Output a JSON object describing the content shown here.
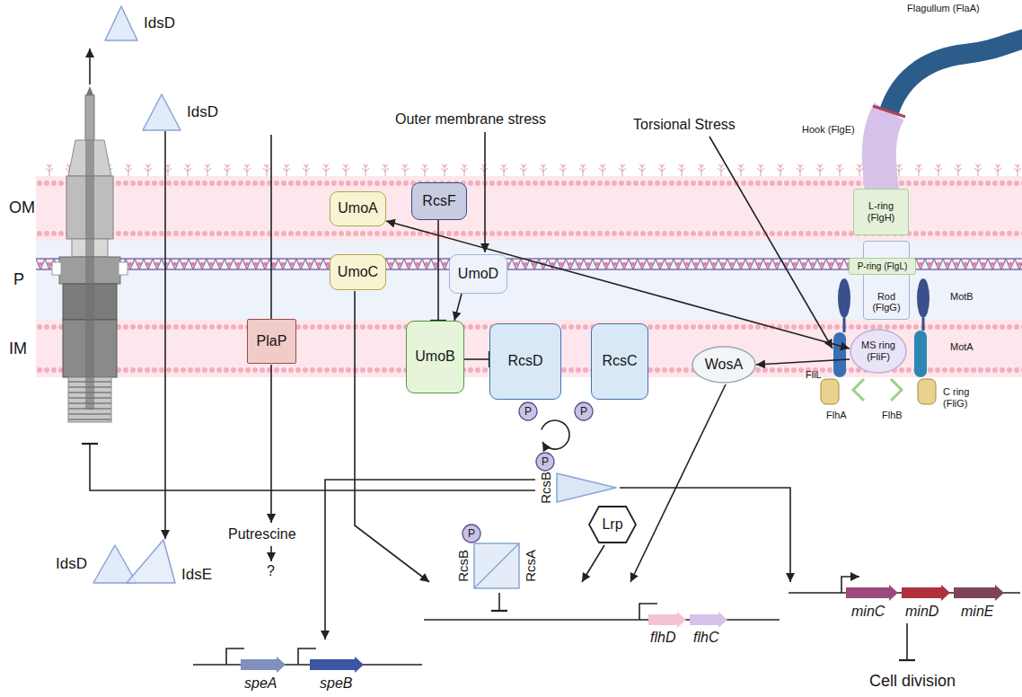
{
  "diagram": {
    "nodes": [
      {
        "text": [
          "IdsD"
        ]
      },
      {
        "text": [
          "IdsD"
        ]
      },
      {
        "text": [
          "UmoA"
        ]
      },
      {
        "text": [
          "RcsF"
        ]
      },
      {
        "text": [
          "L-ring (FlgH)"
        ]
      },
      {
        "text": [
          "UmoC"
        ]
      },
      {
        "text": [
          "UmoD"
        ]
      },
      {
        "text": [
          "Rod (FlgG)"
        ]
      },
      {
        "text": [
          "P-ring (FlgL)"
        ]
      },
      {
        "text": [
          "PlaP"
        ]
      },
      {
        "text": [
          "UmoB"
        ]
      },
      {
        "text": [
          "RcsD"
        ]
      },
      {
        "text": [
          "RcsC"
        ]
      },
      {
        "text": [
          "WosA"
        ]
      },
      {
        "text": [
          "MS ring (FliF)"
        ]
      },
      {
        "text": [
          "P"
        ]
      },
      {
        "text": [
          "P"
        ]
      },
      {
        "text": [
          "P"
        ]
      },
      {
        "text": [
          "RcsB"
        ]
      },
      {
        "text": [
          "P"
        ]
      },
      {
        "text": [
          "RcsB",
          "RcsA"
        ]
      },
      {
        "text": [
          "Lrp"
        ]
      },
      {
        "text": [
          "IdsD"
        ]
      },
      {
        "text": [
          "IdsE"
        ]
      }
    ],
    "edges": [
      {
        "from": 1,
        "to": 23,
        "arrow": "to"
      },
      {
        "from": 3,
        "to": 10,
        "arrow": "to"
      },
      {
        "from": 6,
        "to": 10,
        "arrow": "to"
      },
      {
        "from": 10,
        "to": 11,
        "arrow": "to"
      },
      {
        "from": 14,
        "to": 2,
        "arrow": "both"
      },
      {
        "from": 14,
        "to": 13,
        "arrow": "to"
      }
    ],
    "labels": [
      "Flagullum (FlaA)",
      "Outer membrane stress",
      "Torsional Stress",
      "Hook (FlgE)",
      "OM",
      "P",
      "MotB",
      "IM",
      "MotA",
      "FliL",
      "FlhA",
      "FlhB",
      "C ring (FliG)",
      "Putrescine",
      "?",
      "speA",
      "speB",
      "flhD",
      "flhC",
      "minC",
      "minD",
      "minE",
      "Cell division"
    ]
  }
}
